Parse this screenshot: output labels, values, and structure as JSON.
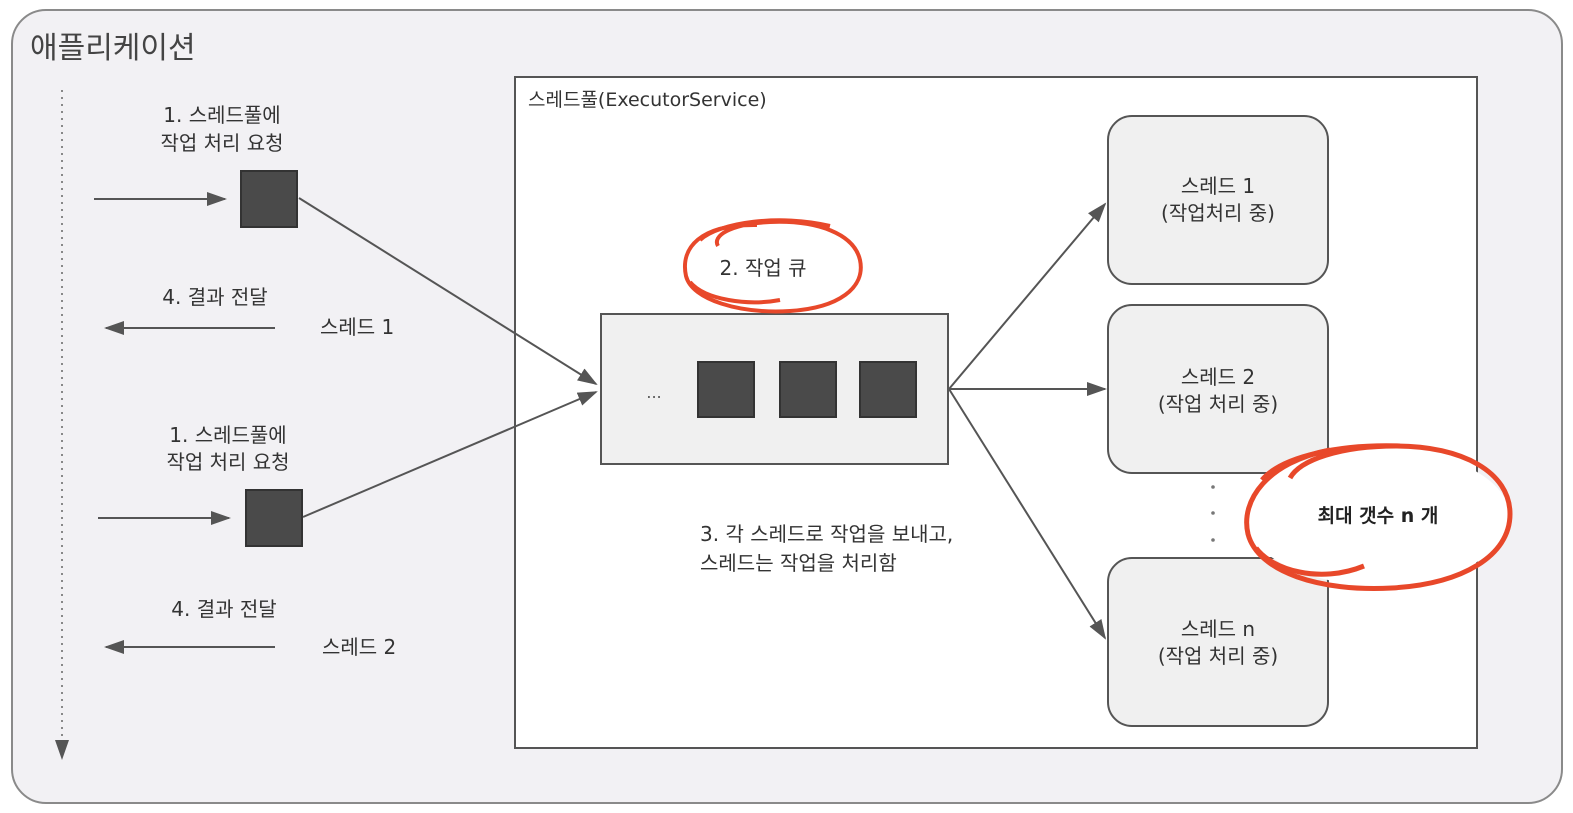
{
  "app": {
    "title": "애플리케이션"
  },
  "client": {
    "requests": [
      {
        "line1": "1. 스레드풀에",
        "line2": "작업 처리 요청"
      },
      {
        "line1": "1. 스레드풀에",
        "line2": "작업 처리 요청"
      }
    ],
    "results": [
      {
        "label": "4. 결과 전달",
        "thread": "스레드 1"
      },
      {
        "label": "4. 결과 전달",
        "thread": "스레드 2"
      }
    ]
  },
  "pool": {
    "title": "스레드풀(ExecutorService)",
    "queue_label": "2. 작업 큐",
    "queue_ellipsis": "...",
    "note": {
      "line1": "3. 각 스레드로 작업을 보내고,",
      "line2": "스레드는 작업을 처리함"
    },
    "threads": [
      {
        "name": "스레드 1",
        "status": "(작업처리 중)"
      },
      {
        "name": "스레드 2",
        "status": "(작업 처리 중)"
      },
      {
        "name": "스레드 n",
        "status": "(작업 처리 중)"
      }
    ],
    "max_label": "최대 갯수 n 개"
  },
  "colors": {
    "task_block": "#4a4a4a",
    "annotation_circle": "#e8482a",
    "frame": "#555555",
    "arrow": "#555555"
  }
}
